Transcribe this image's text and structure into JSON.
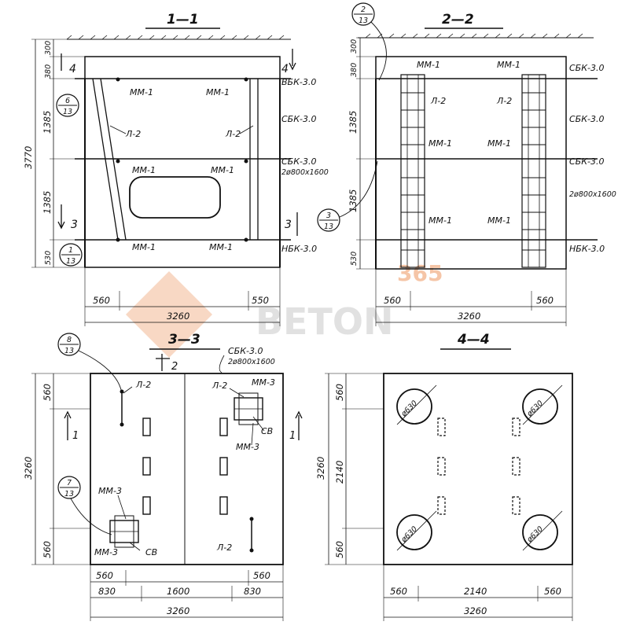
{
  "sections": {
    "s11": {
      "title": "1—1"
    },
    "s22": {
      "title": "2—2"
    },
    "s33": {
      "title": "3—3"
    },
    "s44": {
      "title": "4—4"
    }
  },
  "labels": {
    "mm1": "ММ-1",
    "mm3": "ММ-3",
    "l2": "Л-2",
    "vbk": "ВБК-3.0",
    "sbk": "СБК-3.0",
    "sbk2a": "СБК-3.0",
    "sbk2b": "2ø800х1600",
    "nbk": "НБК-3.0",
    "sv": "СВ",
    "mark4": "4",
    "mark3": "3",
    "mark2": "2",
    "mark1": "1",
    "d630": "ø630"
  },
  "callouts": {
    "c1": {
      "top": "6",
      "bottom": "13"
    },
    "c2": {
      "top": "1",
      "bottom": "13"
    },
    "c3": {
      "top": "2",
      "bottom": "13"
    },
    "c4": {
      "top": "3",
      "bottom": "13"
    },
    "c5": {
      "top": "8",
      "bottom": "13"
    },
    "c6": {
      "top": "7",
      "bottom": "13"
    }
  },
  "dims": {
    "v3770": "3770",
    "v300": "300",
    "v380": "380",
    "v1385": "1385",
    "v530": "530",
    "v3260": "3260",
    "v560": "560",
    "v550": "550",
    "v830": "830",
    "v1600": "1600",
    "v2140": "2140"
  },
  "watermark": {
    "line1": "365",
    "line2": "BETON"
  }
}
